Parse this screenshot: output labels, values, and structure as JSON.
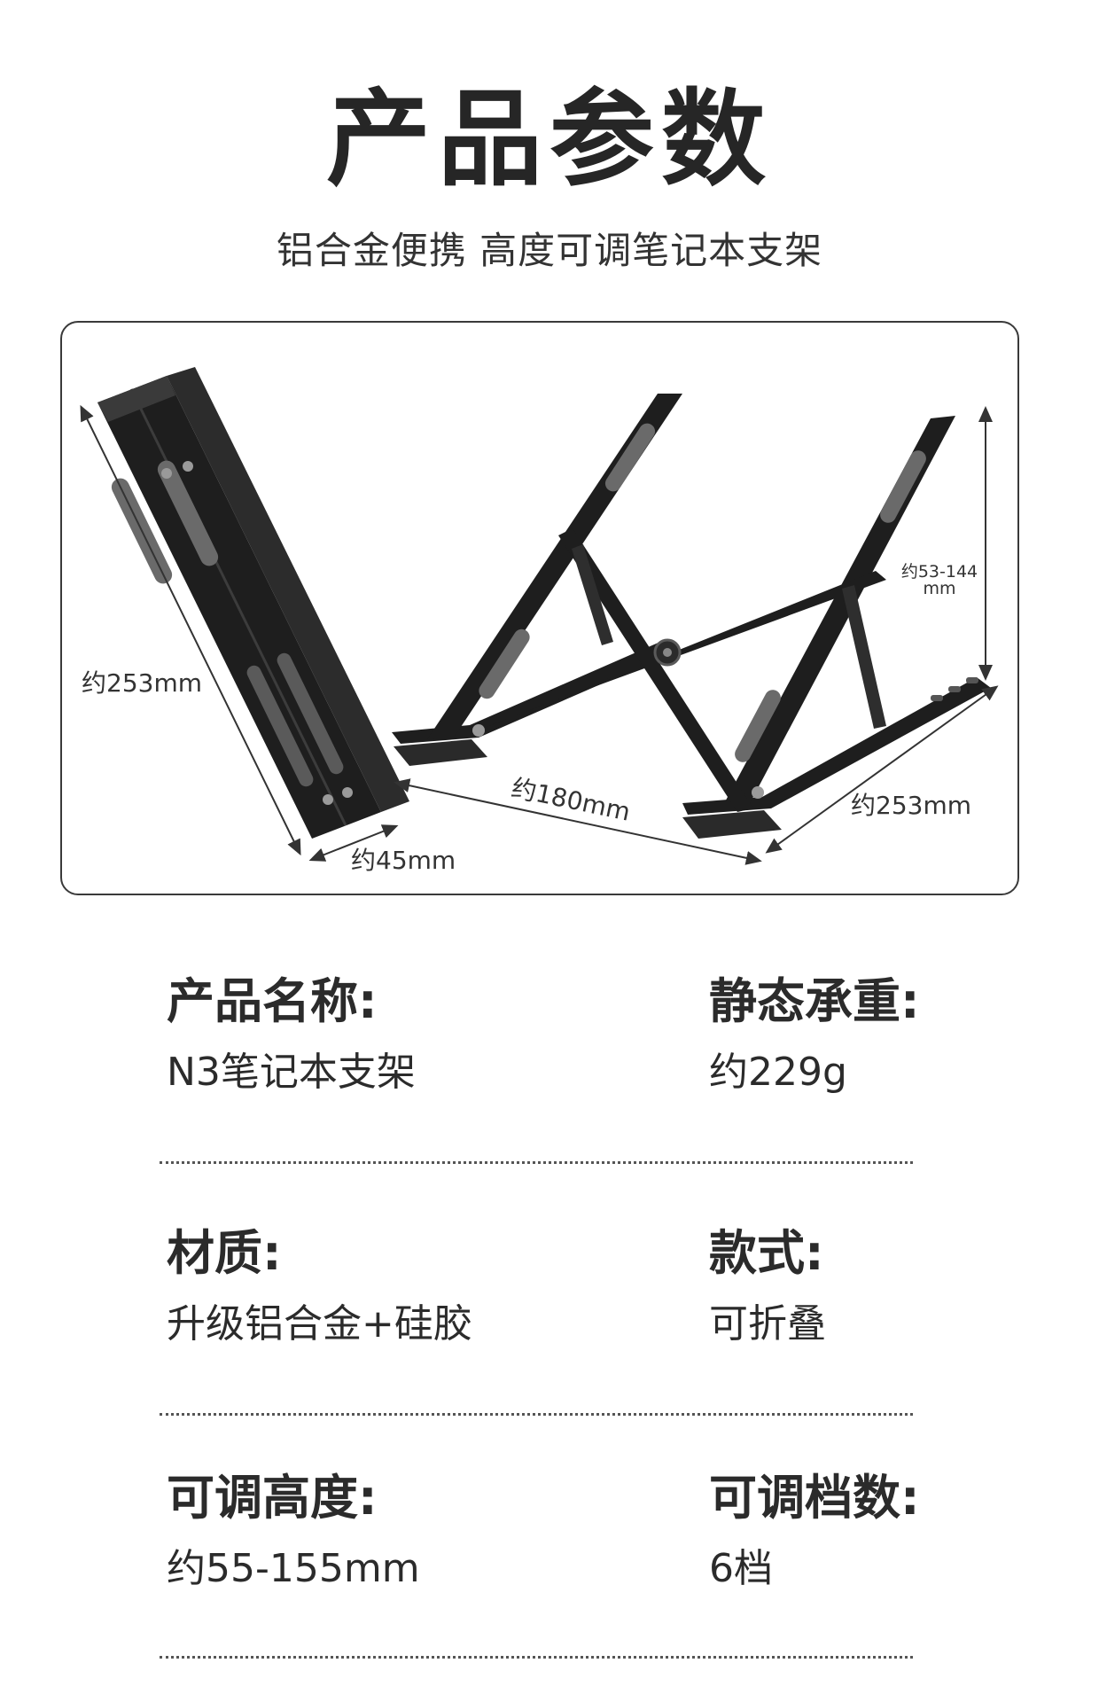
{
  "header": {
    "title": "产品参数",
    "subtitle": "铝合金便携 高度可调笔记本支架"
  },
  "figure": {
    "dimensions": {
      "folded_length": "约253mm",
      "folded_width": "约45mm",
      "stand_width": "约180mm",
      "stand_depth": "约253mm",
      "height_range": "约53-144",
      "height_unit": "mm"
    }
  },
  "specs": [
    {
      "label": "产品名称:",
      "value": "N3笔记本支架"
    },
    {
      "label": "静态承重:",
      "value": "约229g"
    },
    {
      "label": "材质:",
      "value": "升级铝合金+硅胶"
    },
    {
      "label": "款式:",
      "value": "可折叠"
    },
    {
      "label": "可调高度:",
      "value": "约55-155mm"
    },
    {
      "label": "可调档数:",
      "value": "6档"
    }
  ],
  "colors": {
    "metal": "#1e1e1e",
    "pad": "#6a6a6a",
    "border": "#3a3a3a"
  }
}
